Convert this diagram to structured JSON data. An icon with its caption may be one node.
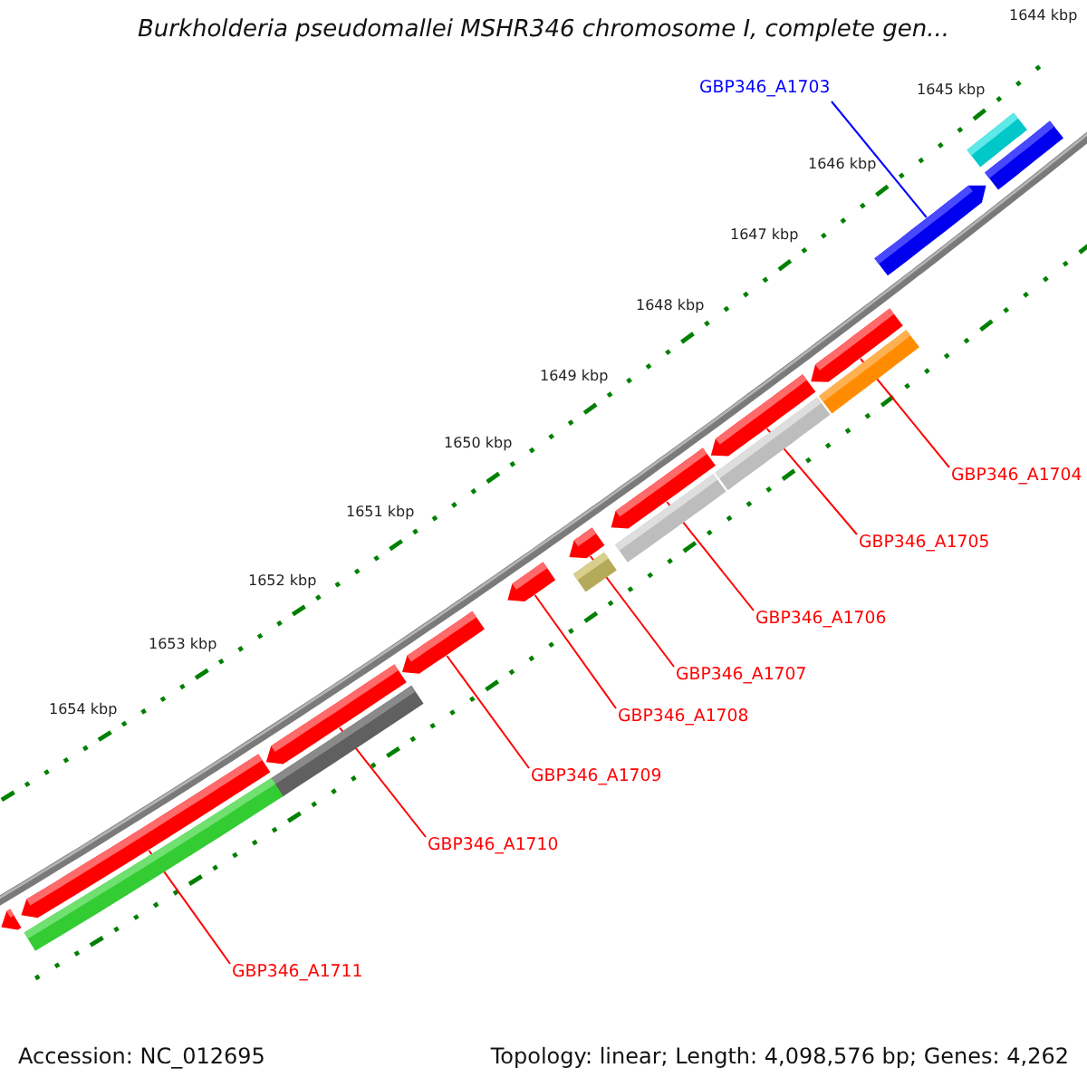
{
  "diagram": {
    "title": "Burkholderia pseudomallei MSHR346 chromosome I, complete gen...",
    "nodes": [
      {
        "text": [
          "GBP346_A1703"
        ]
      },
      {
        "text": [],
        "shape": "bar"
      },
      {
        "text": [],
        "shape": "bar"
      },
      {
        "text": [],
        "shape": "arrow"
      },
      {
        "text": [],
        "shape": "arrow"
      },
      {
        "text": [],
        "shape": "bar"
      },
      {
        "text": [],
        "shape": "arrow"
      },
      {
        "text": [],
        "shape": "bar"
      },
      {
        "text": [],
        "shape": "arrow"
      },
      {
        "text": [],
        "shape": "bar"
      },
      {
        "text": [],
        "shape": "arrow"
      },
      {
        "text": [],
        "shape": "bar"
      },
      {
        "text": [],
        "shape": "arrow"
      },
      {
        "text": [],
        "shape": "arrow"
      },
      {
        "text": [],
        "shape": "arrow"
      },
      {
        "text": [],
        "shape": "bar"
      },
      {
        "text": [],
        "shape": "arrow"
      },
      {
        "text": [],
        "shape": "bar"
      },
      {
        "text": [],
        "shape": "arrow"
      },
      {
        "text": [
          "GBP346_A1704"
        ]
      },
      {
        "text": [
          "GBP346_A1705"
        ]
      },
      {
        "text": [
          "GBP346_A1706"
        ]
      },
      {
        "text": [
          "GBP346_A1707"
        ]
      },
      {
        "text": [
          "GBP346_A1708"
        ]
      },
      {
        "text": [
          "GBP346_A1709"
        ]
      },
      {
        "text": [
          "GBP346_A1710"
        ]
      },
      {
        "text": [
          "GBP346_A1711"
        ]
      }
    ],
    "edges": [
      {
        "from": 0,
        "to": 3,
        "arrow": "none",
        "color": "#0000ff"
      },
      {
        "from": 19,
        "to": 4,
        "arrow": "none"
      },
      {
        "from": 20,
        "to": 6,
        "arrow": "none"
      },
      {
        "from": 21,
        "to": 8,
        "arrow": "none"
      },
      {
        "from": 22,
        "to": 10,
        "arrow": "none"
      },
      {
        "from": 23,
        "to": 12,
        "arrow": "none"
      },
      {
        "from": 24,
        "to": 13,
        "arrow": "none"
      },
      {
        "from": 25,
        "to": 14,
        "arrow": "none"
      },
      {
        "from": 26,
        "to": 16,
        "arrow": "none"
      }
    ],
    "labels": [
      "1644 kbp",
      "1645 kbp",
      "1646 kbp",
      "1647 kbp",
      "1648 kbp",
      "1649 kbp",
      "1650 kbp",
      "1651 kbp",
      "1652 kbp",
      "1653 kbp",
      "1654 kbp",
      "Accession: NC_012695",
      "Topology: linear; Length: 4,098,576 bp; Genes: 4,262"
    ]
  }
}
